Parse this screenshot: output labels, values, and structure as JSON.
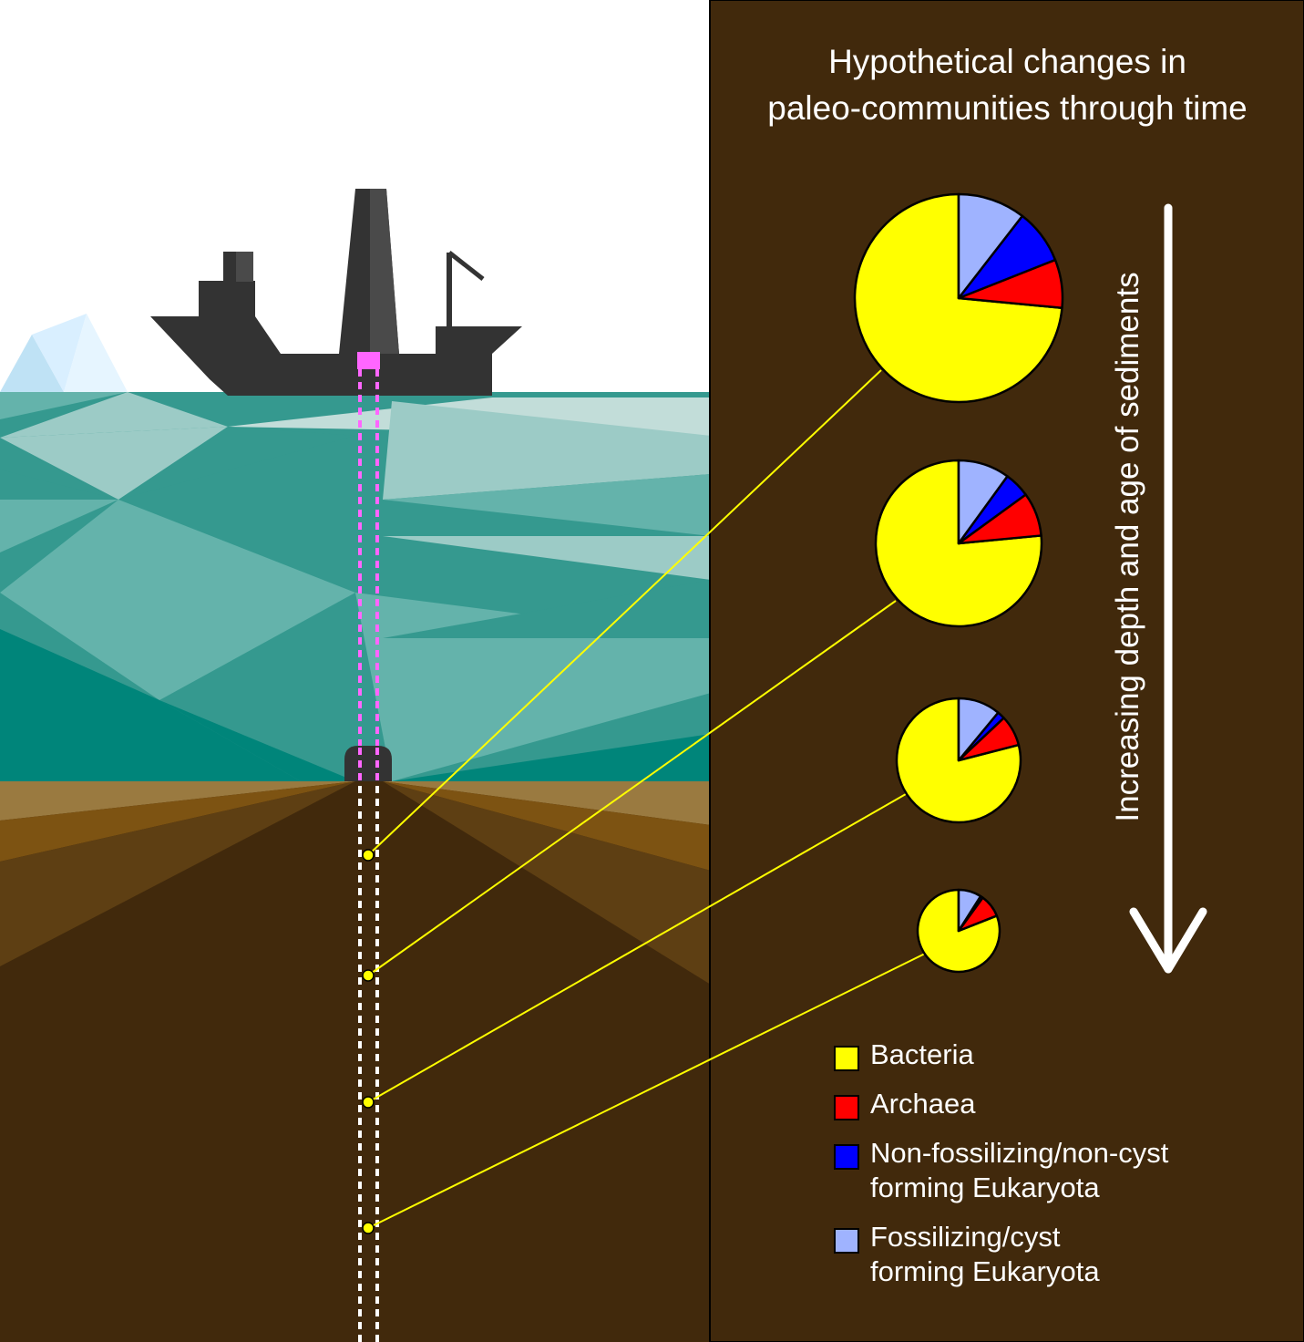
{
  "title": "Hypothetical changes in\npaleo-communities through time",
  "axis_label": "Increasing depth and age of sediments",
  "legend": [
    {
      "label": "Bacteria",
      "color": "#ffff00"
    },
    {
      "label": "Archaea",
      "color": "#ff0000"
    },
    {
      "label": "Non-fossilizing/non-cyst\nforming Eukaryota",
      "color": "#0000ff"
    },
    {
      "label": "Fossilizing/cyst\nforming Eukaryota",
      "color": "#9fb3ff"
    }
  ],
  "chart_data": {
    "type": "pie",
    "categories": [
      "Bacteria",
      "Archaea",
      "Non-fossilizing/non-cyst forming Eukaryota",
      "Fossilizing/cyst forming Eukaryota"
    ],
    "colors": [
      "#ffff00",
      "#ff0000",
      "#0000ff",
      "#9fb3ff"
    ],
    "series": [
      {
        "values": [
          73.5,
          7.5,
          8.5,
          10.5
        ]
      },
      {
        "values": [
          76.5,
          8.5,
          5.0,
          10.0
        ]
      },
      {
        "values": [
          79.0,
          8.0,
          2.0,
          11.0
        ]
      },
      {
        "values": [
          81.0,
          9.0,
          1.0,
          9.0
        ]
      }
    ]
  },
  "icons": {
    "ship": "ship-icon",
    "iceberg": "iceberg-icon",
    "drill_head": "drill-head-icon",
    "arrow": "arrow-down-icon"
  },
  "colors": {
    "sky": "#ffffff",
    "sediment": "#41290c",
    "panel": "#41290c",
    "ocean": "#35998f",
    "ship": "#333333",
    "drill_pipe": "#ff66ff",
    "sample_point": "#ffff00",
    "leader_line": "#ffff00"
  }
}
